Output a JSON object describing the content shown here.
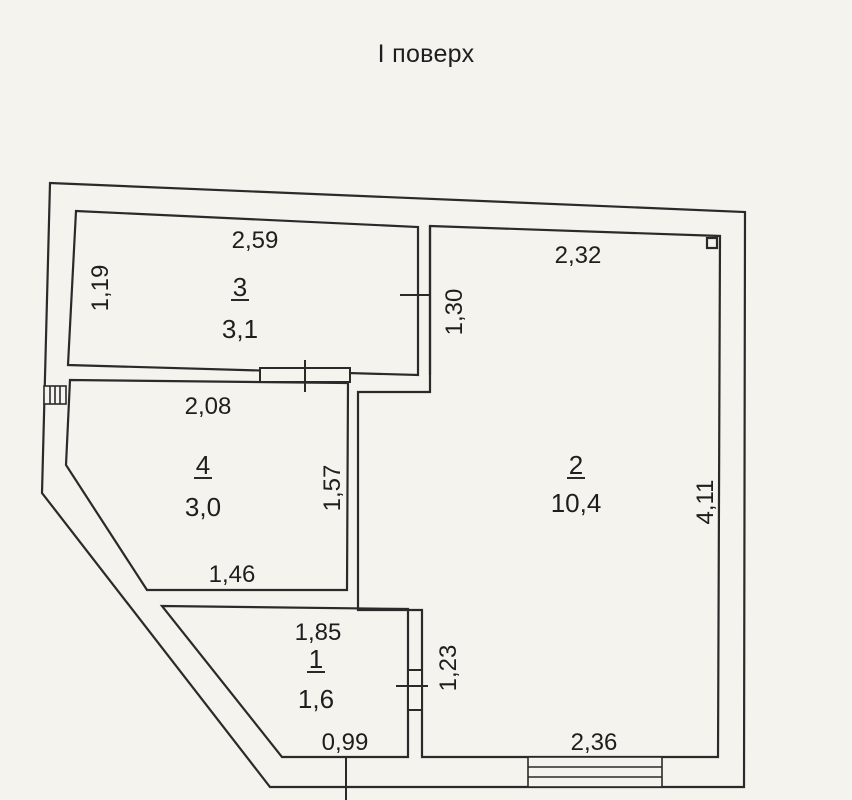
{
  "title": "I поверх",
  "rooms": [
    {
      "number": "3",
      "area": "3,1"
    },
    {
      "number": "4",
      "area": "3,0"
    },
    {
      "number": "2",
      "area": "10,4"
    },
    {
      "number": "1",
      "area": "1,6"
    }
  ],
  "dimensions": {
    "room3_width": "2,59",
    "room3_height": "1,19",
    "wall_1_30": "1,30",
    "room2_top": "2,32",
    "room2_height": "4,11",
    "room4_top": "2,08",
    "room4_height": "1,57",
    "room4_bottom": "1,46",
    "room1_top": "1,85",
    "room1_height": "1,23",
    "room1_bottom": "0,99",
    "room2_bottom": "2,36"
  },
  "colors": {
    "background": "#f4f3ee",
    "lines": "#2a2a2a",
    "wall_fill": "#f4f3ee"
  }
}
